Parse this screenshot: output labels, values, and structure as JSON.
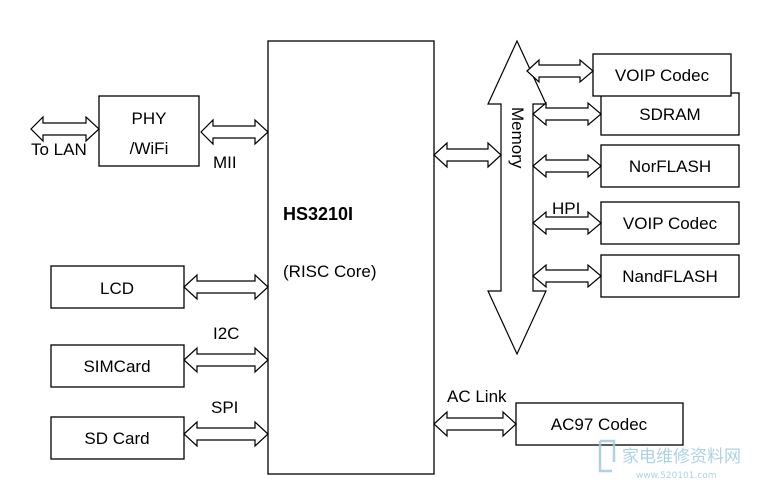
{
  "blocks": {
    "phy_line1": "PHY",
    "phy_line2": "/WiFi",
    "cpu_name": "HS3210I",
    "cpu_core": "(RISC Core)",
    "lcd": "LCD",
    "simcard": "SIMCard",
    "sdcard": "SD Card",
    "voip_codec_top": "VOIP Codec",
    "sdram": "SDRAM",
    "norflash": "NorFLASH",
    "voip_codec_hpi": "VOIP Codec",
    "nandflash": "NandFLASH",
    "ac97": "AC97 Codec"
  },
  "links": {
    "to_lan": "To LAN",
    "mii": "MII",
    "i2c": "I2C",
    "spi": "SPI",
    "memory": "Memory",
    "hpi": "HPI",
    "ac_link": "AC Link"
  },
  "watermark": {
    "text": "家电维修资料网",
    "url": "www.520101.com"
  }
}
